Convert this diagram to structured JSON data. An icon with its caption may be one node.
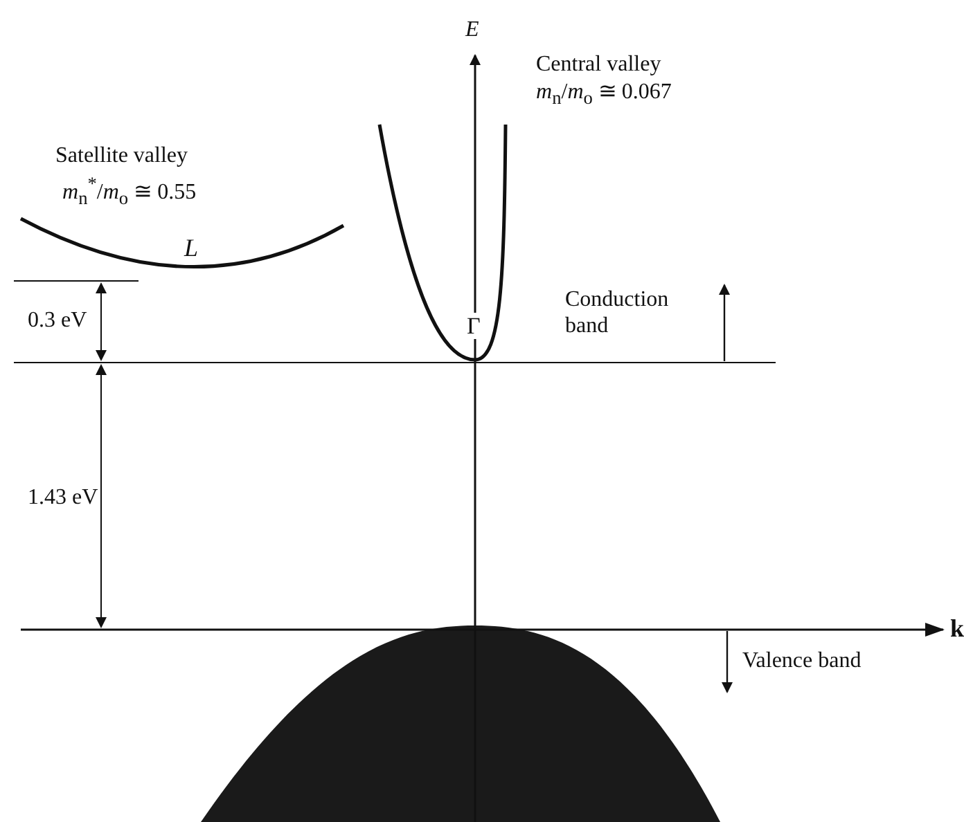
{
  "diagram": {
    "labels": [
      "E",
      "Central valley",
      "*m*$_{n}$/*m*$_{o}$ ≅ 0.067",
      "Satellite valley",
      "*m*$_{n}$$^{*}$/*m*$_{o}$ ≅ 0.55",
      "L",
      "Conduction band",
      "0.3 eV",
      "Γ",
      "1.43 eV",
      "k",
      "Valence band"
    ]
  }
}
